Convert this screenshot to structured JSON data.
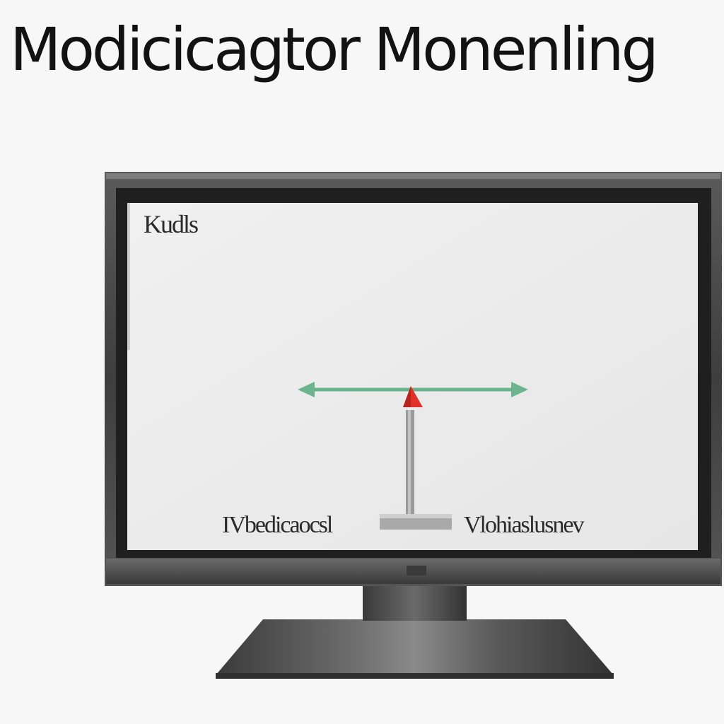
{
  "headline": "Modicicagtor Monenling",
  "screen": {
    "top_label": "Kudls",
    "left_label": "IVbedicaocsl",
    "right_label": "Vlohiaslusnev"
  },
  "colors": {
    "monitor_frame": "#4a4a4a",
    "screen_background": "#ececec",
    "arrow_line": "#6bb48e",
    "indicator": "#e0322a",
    "post": "#9a9a9a"
  },
  "icons": {
    "horizontal_arrow": "double-arrow-icon",
    "indicator": "triangle-marker-icon"
  }
}
